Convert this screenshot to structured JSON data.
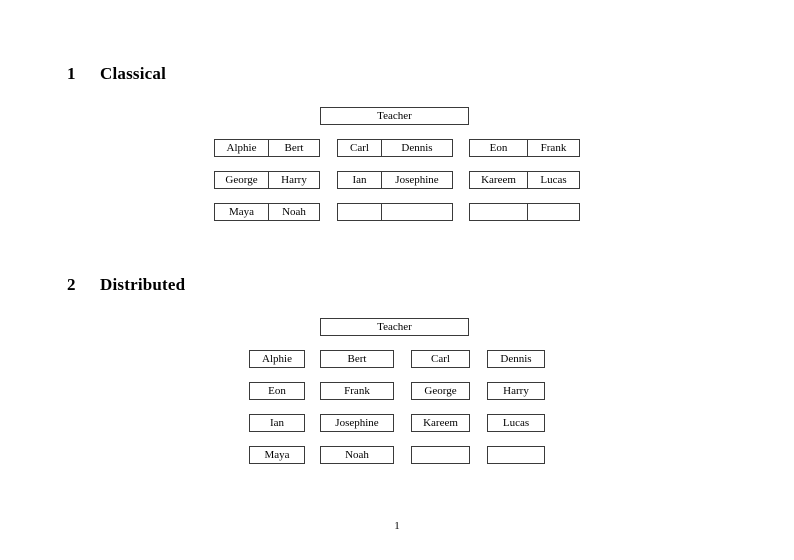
{
  "document": {
    "page_number": "1",
    "background_color": "#ffffff",
    "text_color": "#000000",
    "border_color": "#3a3a3a"
  },
  "sections": [
    {
      "number": "1",
      "title": "Classical",
      "teacher_label": "Teacher",
      "layout": "grouped-pairs",
      "rows": [
        {
          "groups": [
            {
              "cells": [
                "Alphie",
                "Bert"
              ]
            },
            {
              "cells": [
                "Carl",
                "Dennis"
              ]
            },
            {
              "cells": [
                "Eon",
                "Frank"
              ]
            }
          ]
        },
        {
          "groups": [
            {
              "cells": [
                "George",
                "Harry"
              ]
            },
            {
              "cells": [
                "Ian",
                "Josephine"
              ]
            },
            {
              "cells": [
                "Kareem",
                "Lucas"
              ]
            }
          ]
        },
        {
          "groups": [
            {
              "cells": [
                "Maya",
                "Noah"
              ]
            },
            {
              "cells": [
                "",
                ""
              ]
            },
            {
              "cells": [
                "",
                ""
              ]
            }
          ]
        }
      ]
    },
    {
      "number": "2",
      "title": "Distributed",
      "teacher_label": "Teacher",
      "layout": "separate-boxes",
      "rows": [
        {
          "cells": [
            "Alphie",
            "Bert",
            "Carl",
            "Dennis"
          ]
        },
        {
          "cells": [
            "Eon",
            "Frank",
            "George",
            "Harry"
          ]
        },
        {
          "cells": [
            "Ian",
            "Josephine",
            "Kareem",
            "Lucas"
          ]
        },
        {
          "cells": [
            "Maya",
            "Noah",
            "",
            ""
          ]
        }
      ]
    }
  ]
}
